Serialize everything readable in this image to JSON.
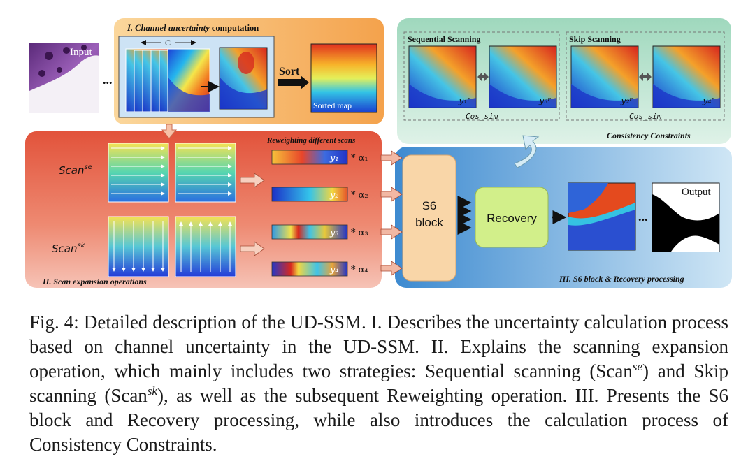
{
  "diagram": {
    "section1": {
      "title_italic": "I. Channel uncertainty",
      "title_rest": " computation",
      "c_label": "C",
      "sort_label": "Sort",
      "sorted_map_label": "Sorted map",
      "input_label": "Input",
      "ellipsis": "..."
    },
    "section2": {
      "title": "II. Scan expansion operations",
      "reweight_title": "Reweighting different scans",
      "scan_se": "Scan",
      "scan_se_sup": "se",
      "scan_sk": "Scan",
      "scan_sk_sup": "sk"
    },
    "section3": {
      "title": "III. S6 block & Recovery processing",
      "s6_line1": "S6",
      "s6_line2": "block",
      "recovery": "Recovery",
      "output_label": "Output",
      "ellipsis": "..."
    },
    "consistency": {
      "title": "Consistency Constraints",
      "sequential": "Sequential Scanning",
      "skip": "Skip Scanning",
      "cos_sim": "Cos_sim"
    },
    "y_labels": [
      "y₁",
      "y₂",
      "y₃",
      "y₄"
    ],
    "alpha_labels": [
      "* α₁",
      "* α₂",
      "* α₃",
      "* α₄"
    ],
    "pair_labels": [
      "y₁ʳ",
      "y₃ʳ",
      "y₂ʳ",
      "y₄ʳ"
    ],
    "colors": {
      "orange_panel": "#f6b26b",
      "red_panel": "#e8705a",
      "blue_panel": "#6aa9d8",
      "green_panel": "#bfe3d0",
      "s6_block": "#f9d6a8",
      "recovery": "#d2ef8a"
    }
  },
  "caption": {
    "p1": "Fig. 4: Detailed description of the UD-SSM. I. Describes the uncertainty calculation process based on channel uncertainty in the UD-SSM. II. Explains the scanning expansion operation, which mainly includes two strategies: Sequential scanning (Scan",
    "sup1": "se",
    "p2": ") and Skip scanning (Scan",
    "sup2": "sk",
    "p3": "), as well as the subsequent Reweighting operation. III. Presents the S6 block and Recovery processing, while also introduces the calculation process of Consistency Constraints."
  }
}
